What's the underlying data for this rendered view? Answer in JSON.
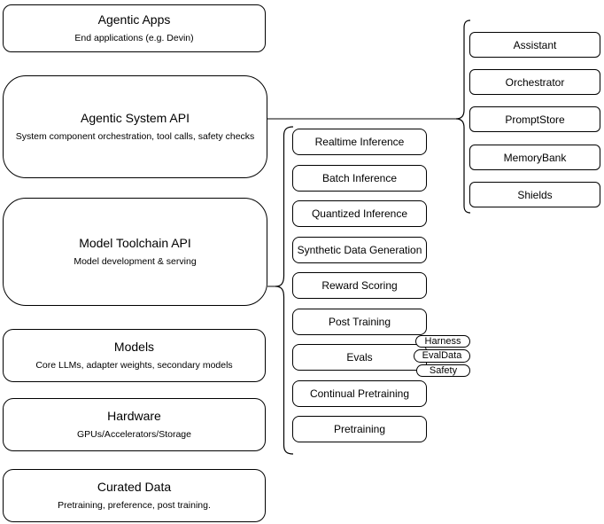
{
  "left": {
    "items": [
      {
        "title": "Agentic Apps",
        "subtitle": "End applications (e.g. Devin)"
      },
      {
        "title": "Agentic System API",
        "subtitle": "System component orchestration, tool calls, safety checks"
      },
      {
        "title": "Model Toolchain API",
        "subtitle": "Model development & serving"
      },
      {
        "title": "Models",
        "subtitle": "Core LLMs, adapter weights, secondary models"
      },
      {
        "title": "Hardware",
        "subtitle": "GPUs/Accelerators/Storage"
      },
      {
        "title": "Curated Data",
        "subtitle": "Pretraining, preference, post training."
      }
    ]
  },
  "toolchain": {
    "items": [
      "Realtime Inference",
      "Batch Inference",
      "Quantized Inference",
      "Synthetic Data Generation",
      "Reward Scoring",
      "Post Training",
      "Evals",
      "Continual Pretraining",
      "Pretraining"
    ],
    "evals_tags": [
      "Harness",
      "EvalData",
      "Safety"
    ]
  },
  "system": {
    "items": [
      "Assistant",
      "Orchestrator",
      "PromptStore",
      "MemoryBank",
      "Shields"
    ]
  },
  "colors": {
    "stroke": "#000000",
    "background": "#ffffff"
  }
}
